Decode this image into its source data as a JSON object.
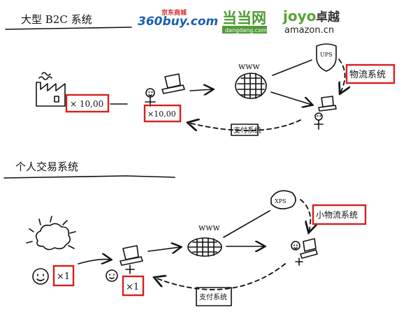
{
  "section1": {
    "title": "大型 B2C 系统",
    "logos": {
      "buy360": {
        "main": "360buy.com",
        "cn": "京东商城"
      },
      "dangdang": {
        "main": "当当网",
        "url": "dangdang.com"
      },
      "joyo": {
        "main": "joyo",
        "cn": "卓越",
        "url": "amazon.cn"
      }
    },
    "factory_qty": "× 10,00",
    "seller_qty": "×10,00",
    "www": "www",
    "ups": "UPS",
    "logistics": "物流系统",
    "payment": "支付系统"
  },
  "section2": {
    "title": "个人交易系统",
    "seller_qty": "×1",
    "buyer_qty": "×1",
    "www": "www",
    "xps": "XPS",
    "logistics": "小物流系统",
    "payment": "支付系统"
  },
  "colors": {
    "highlight": "#d81e1e",
    "ink": "#111111",
    "buy360_blue": "#1a5fb4",
    "buy360_red": "#d8262d",
    "dangdang_green": "#4f9b34",
    "joyo_green": "#5aa437"
  }
}
